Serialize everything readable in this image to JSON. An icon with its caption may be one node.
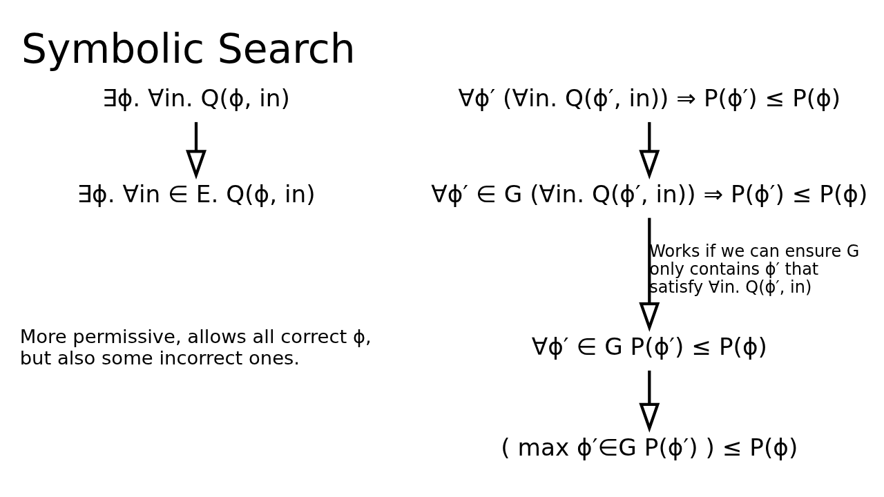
{
  "diagram": {
    "title": "Symbolic Search",
    "nodes": [
      {
        "text": [
          "∃ϕ. ∀in. Q(ϕ, in)"
        ]
      },
      {
        "text": [
          "∃ϕ. ∀in ∈ E. Q(ϕ, in)"
        ]
      },
      {
        "text": [
          "∀ϕ′ (∀in. Q(ϕ′, in)) ⇒ P(ϕ′) ≤ P(ϕ)"
        ]
      },
      {
        "text": [
          "∀ϕ′ ∈ G (∀in. Q(ϕ′, in)) ⇒ P(ϕ′) ≤ P(ϕ)"
        ]
      },
      {
        "text": [
          "∀ϕ′ ∈ G P(ϕ′) ≤ P(ϕ)"
        ]
      },
      {
        "text": [
          "( max ϕ′∈G P(ϕ′) ) ≤ P(ϕ)"
        ]
      }
    ],
    "edges": [
      {
        "from": 0,
        "to": 1,
        "arrow": "to"
      },
      {
        "from": 2,
        "to": 3,
        "arrow": "to"
      },
      {
        "from": 3,
        "to": 4,
        "arrow": "to",
        "label": "Works if we can ensure G only contains ϕ′ that satisfy ∀in. Q(ϕ′, in)"
      },
      {
        "from": 4,
        "to": 5,
        "arrow": "to"
      }
    ],
    "labels": [
      "More permissive, allows all correct ϕ, but also some incorrect ones."
    ]
  }
}
